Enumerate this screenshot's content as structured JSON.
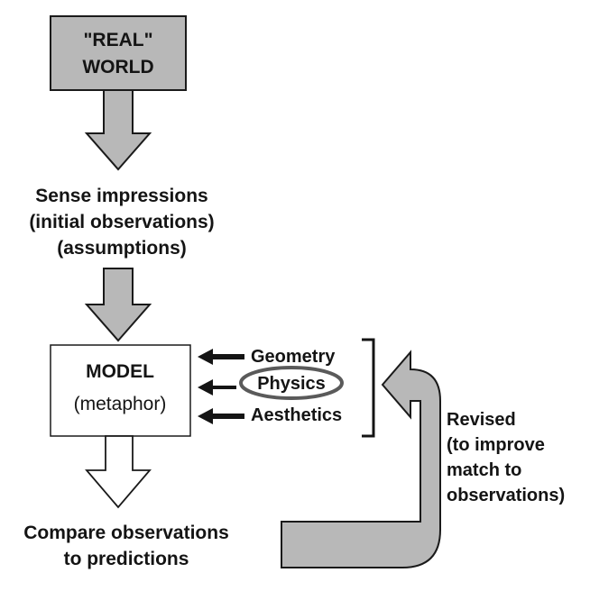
{
  "real_world": {
    "line1": "\"REAL\"",
    "line2": "WORLD"
  },
  "sense": {
    "line1": "Sense impressions",
    "line2": "(initial observations)",
    "line3": "(assumptions)"
  },
  "model": {
    "title": "MODEL",
    "subtitle": "(metaphor)"
  },
  "inputs": {
    "geometry": "Geometry",
    "physics": "Physics",
    "aesthetics": "Aesthetics"
  },
  "revised": {
    "line1": "Revised",
    "line2": "(to improve",
    "line3": "match to",
    "line4": "observations)"
  },
  "compare": {
    "line1": "Compare observations",
    "line2": "to predictions"
  },
  "colors": {
    "gray_fill": "#b8b8b8",
    "outline": "#1a1a1a",
    "text": "#141414",
    "white": "#ffffff"
  }
}
